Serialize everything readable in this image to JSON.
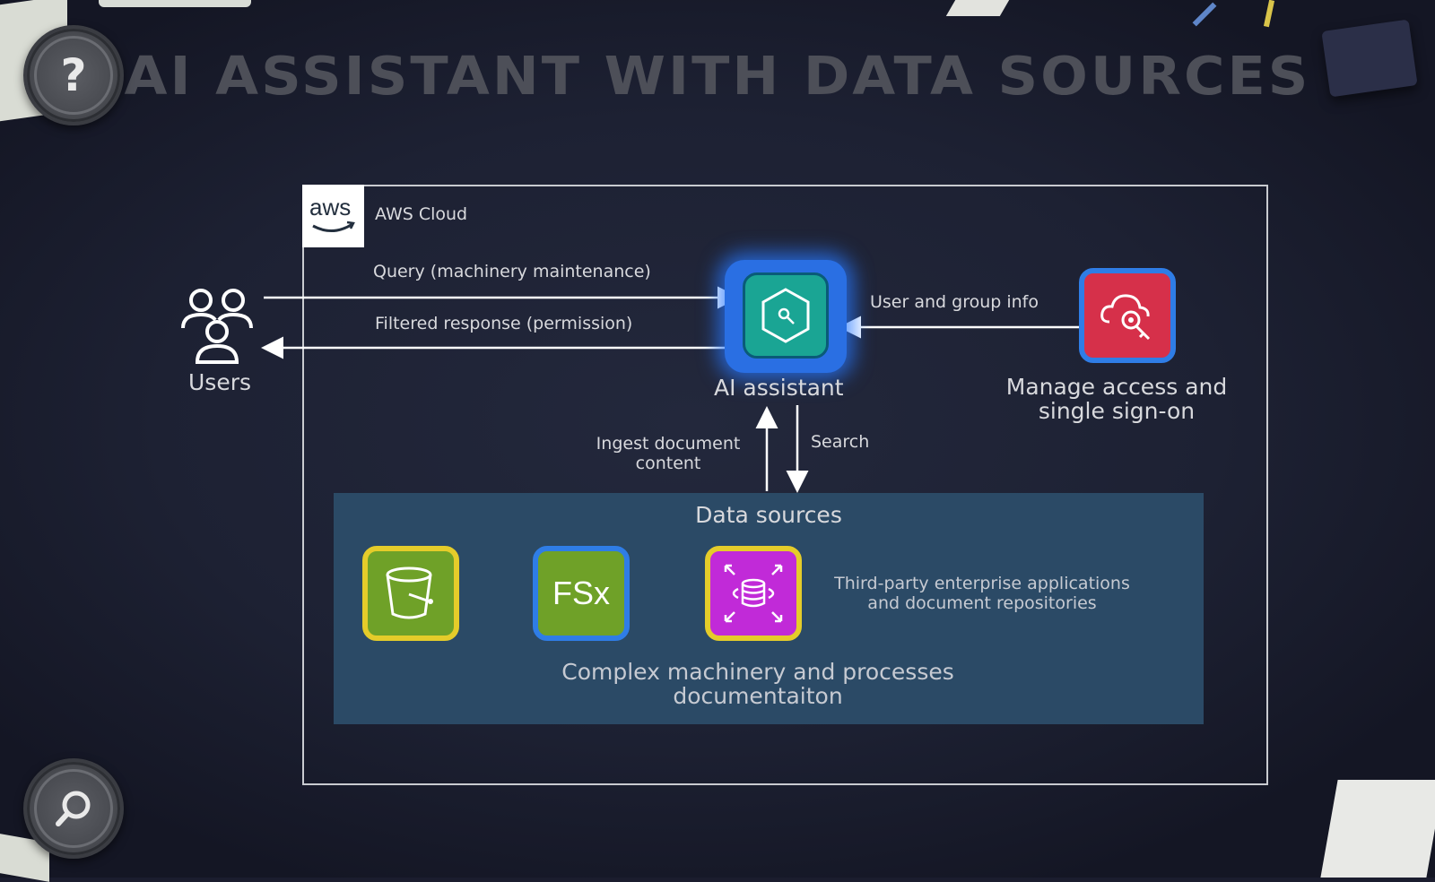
{
  "page": {
    "title": "AI ASSISTANT WITH DATA SOURCES",
    "help_button_label": "?",
    "background_color": "#1b1d2e"
  },
  "diagram": {
    "cloud_label": "AWS Cloud",
    "aws_logo_text": "aws",
    "query_arrow_label": "Query (machinery maintenance)",
    "response_arrow_label": "Filtered response (permission)",
    "user_group_arrow_label": "User and group info",
    "ingest_arrow_label": "Ingest document content",
    "search_arrow_label": "Search",
    "nodes": {
      "users": {
        "label": "Users",
        "icon": "users-icon"
      },
      "ai_assistant": {
        "label": "AI assistant",
        "icon": "ai-assistant-icon",
        "color": "#1aa594"
      },
      "access": {
        "label": "Manage access and single sign-on",
        "icon": "cloud-key-icon",
        "color": "#d6304a"
      }
    },
    "data_sources": {
      "title": "Data sources",
      "third_party_label": "Third-party enterprise applications and document repositories",
      "footer_label": "Complex machinery and processes documentaiton",
      "items": [
        {
          "name": "bucket-storage",
          "icon": "bucket-icon",
          "color": "#6fa128"
        },
        {
          "name": "fsx",
          "text": "FSx",
          "icon": "fsx-icon",
          "color": "#6fa128"
        },
        {
          "name": "database",
          "icon": "database-icon",
          "color": "#c12ad8"
        }
      ]
    }
  }
}
